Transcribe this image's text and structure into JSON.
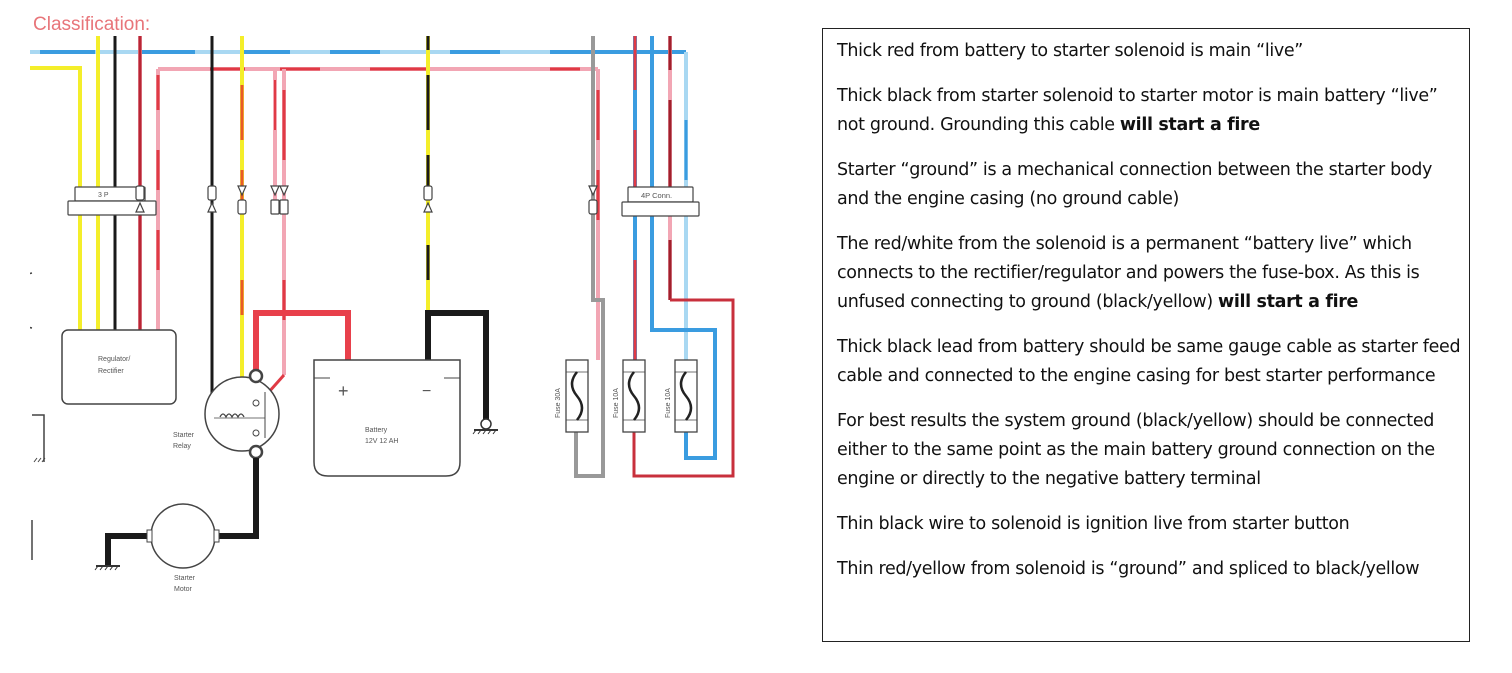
{
  "header": {
    "classification_label": "Classification:"
  },
  "diagram": {
    "title": "Starter circuit wiring diagram",
    "components": {
      "connector_3p": "3 P",
      "connector_4p": "4P Conn.",
      "regulator_line1": "Regulator/",
      "regulator_line2": "Rectifier",
      "relay_line1": "Starter",
      "relay_line2": "Relay",
      "battery_line1": "Battery",
      "battery_line2": "12V 12 AH",
      "battery_plus": "+",
      "battery_minus": "−",
      "motor_line1": "Starter",
      "motor_line2": "Motor",
      "fuse1": "Fuse 30A",
      "fuse2": "Fuse 10A",
      "fuse3": "Fuse 10A"
    },
    "wire_colors": {
      "red": "#e03a45",
      "pink": "#f2a6b4",
      "yellow": "#f4ee2a",
      "black": "#1a1a1a",
      "blue": "#3a9ce0",
      "light_blue": "#a9d8f2",
      "gray": "#8f8f8f",
      "dark_red": "#a0202c"
    }
  },
  "notes": [
    {
      "text": "Thick red from battery to starter solenoid is main “live”",
      "bold": ""
    },
    {
      "text": "Thick black from starter solenoid to starter motor is main battery “live” not ground. Grounding this cable ",
      "bold": "will start a fire"
    },
    {
      "text": "Starter “ground” is a mechanical connection between the starter body and the engine casing (no ground cable)",
      "bold": ""
    },
    {
      "text": "The red/white from the solenoid is a permanent “battery live” which connects to the rectifier/regulator and powers the fuse-box. As this is unfused connecting to ground (black/yellow) ",
      "bold": "will start a fire"
    },
    {
      "text": "Thick black lead from battery should be same gauge cable as starter feed cable and connected to the engine casing for best starter performance",
      "bold": ""
    },
    {
      "text": "For best results the system ground (black/yellow) should be connected either to the same point as the main battery ground connection on the engine or directly to the negative battery terminal",
      "bold": ""
    },
    {
      "text": "Thin black wire to solenoid is ignition live from starter button",
      "bold": ""
    },
    {
      "text": "Thin red/yellow from solenoid is “ground” and spliced to black/yellow",
      "bold": ""
    }
  ]
}
